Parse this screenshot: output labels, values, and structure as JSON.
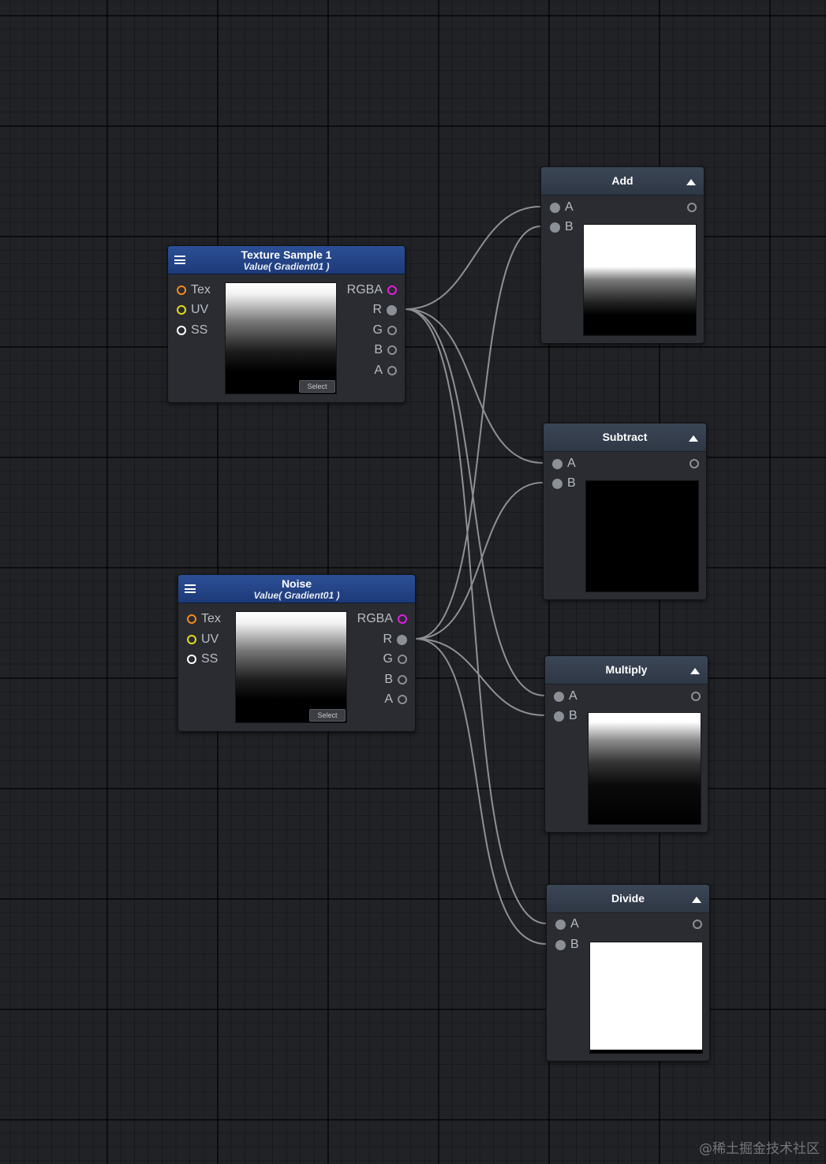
{
  "colors": {
    "tex_port": "#f28a1c",
    "uv_port": "#e3dc1a",
    "ss_port": "#ffffff",
    "rgba_port": "#e21ee0",
    "channel_port": "#8b8f96",
    "wire": "#9a9da2"
  },
  "icons": {
    "menu": "hamburger-menu-icon",
    "collapse": "triangle-up-icon"
  },
  "nodes": {
    "texture_sample": {
      "title": "Texture Sample 1",
      "subtitle": "Value( Gradient01 )",
      "inputs": [
        "Tex",
        "UV",
        "SS"
      ],
      "outputs": [
        "RGBA",
        "R",
        "G",
        "B",
        "A"
      ],
      "select_label": "Select"
    },
    "noise": {
      "title": "Noise",
      "subtitle": "Value( Gradient01 )",
      "inputs": [
        "Tex",
        "UV",
        "SS"
      ],
      "outputs": [
        "RGBA",
        "R",
        "G",
        "B",
        "A"
      ],
      "select_label": "Select"
    },
    "add": {
      "title": "Add",
      "inputs": [
        "A",
        "B"
      ]
    },
    "subtract": {
      "title": "Subtract",
      "inputs": [
        "A",
        "B"
      ]
    },
    "multiply": {
      "title": "Multiply",
      "inputs": [
        "A",
        "B"
      ]
    },
    "divide": {
      "title": "Divide",
      "inputs": [
        "A",
        "B"
      ]
    }
  },
  "watermark": "@稀土掘金技术社区"
}
